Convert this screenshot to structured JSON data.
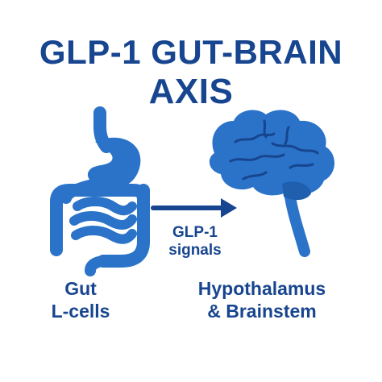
{
  "title": {
    "line1": "GLP-1 GUT-BRAIN",
    "line2": "AXIS"
  },
  "gut": {
    "label_line1": "Gut",
    "label_line2": "L-cells"
  },
  "signal": {
    "label_line1": "GLP-1",
    "label_line2": "signals"
  },
  "brain": {
    "label_line1": "Hypothalamus",
    "label_line2": "& Brainstem"
  },
  "colors": {
    "title_text": "#17458f",
    "organ_fill": "#2a73c8",
    "organ_dark": "#1f5fae",
    "arrow": "#17458f"
  },
  "icons": {
    "gut": "digestive-system-icon",
    "brain": "brain-icon",
    "arrow": "arrow-right-icon"
  }
}
